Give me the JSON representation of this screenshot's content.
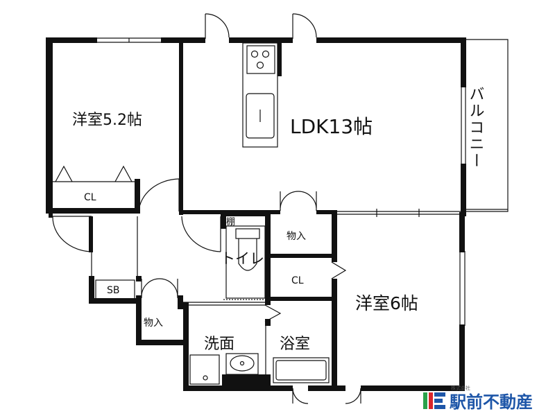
{
  "floorplan": {
    "rooms": {
      "western_room_1": "洋室5.2帖",
      "ldk": "LDK13帖",
      "balcony": "バルコニー",
      "closet_1": "CL",
      "shelf": "棚",
      "toilet": "トイレ",
      "storage_1": "物入",
      "closet_2": "CL",
      "shoe_box": "SB",
      "storage_2": "物入",
      "western_room_2": "洋室6帖",
      "washroom": "洗面",
      "bathroom": "浴室"
    }
  },
  "branding": {
    "company_name": "駅前不動産",
    "company_type": "株式会社",
    "logo_colors": [
      "#2aa14a",
      "#d9262b",
      "#1e56a8"
    ]
  }
}
